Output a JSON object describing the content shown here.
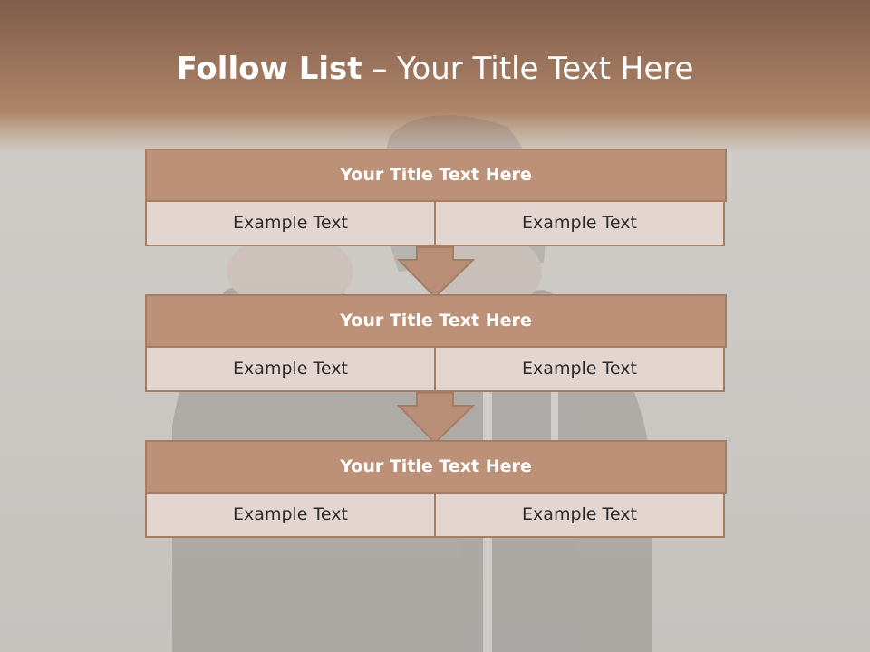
{
  "slide": {
    "title_bold": "Follow List",
    "title_separator": "–",
    "title_rest": "Your Title Text Here"
  },
  "blocks": [
    {
      "title": "Your Title Text Here",
      "left_text": "Example Text",
      "right_text": "Example Text"
    },
    {
      "title": "Your Title Text Here",
      "left_text": "Example Text",
      "right_text": "Example Text"
    },
    {
      "title": "Your Title Text Here",
      "left_text": "Example Text",
      "right_text": "Example Text"
    }
  ],
  "colors": {
    "header_brown": "#97705a",
    "block_fill": "#bd9178",
    "block_border": "#a57c64",
    "cell_fill": "#e3d5d0"
  }
}
